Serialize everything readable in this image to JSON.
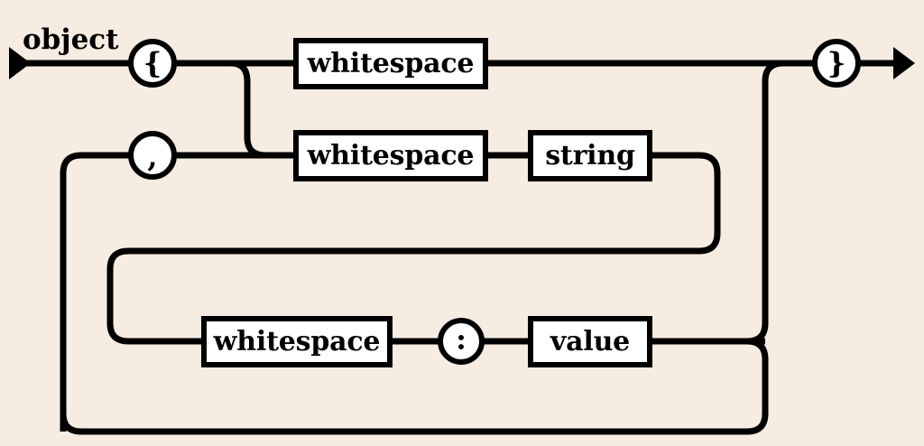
{
  "diagram": {
    "type": "railroad-syntax-diagram",
    "title": "object",
    "colors": {
      "background": "#f7ece2",
      "stroke": "#000000",
      "box_fill": "#ffffff"
    },
    "terminals": {
      "open_brace": "{",
      "close_brace": "}",
      "comma": ",",
      "colon": ":"
    },
    "nonterminals": {
      "whitespace_top": "whitespace",
      "whitespace_mid": "whitespace",
      "whitespace_bottom": "whitespace",
      "string": "string",
      "value": "value"
    },
    "entry_arrow": "arrow-right",
    "exit_arrow": "arrow-right"
  }
}
